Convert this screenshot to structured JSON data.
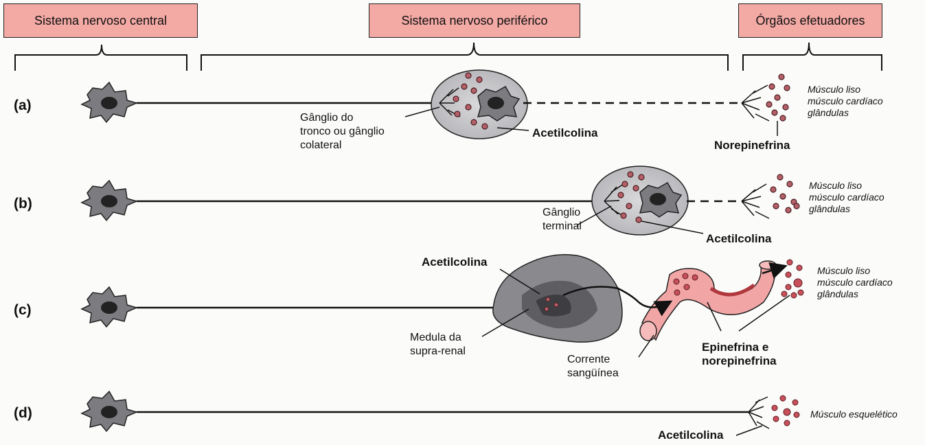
{
  "headers": {
    "central": "Sistema nervoso central",
    "peripheral": "Sistema nervoso periférico",
    "effectors": "Órgãos efetuadores"
  },
  "rows": {
    "a": {
      "label": "(a)",
      "ganglion_lines": [
        "Gânglio do",
        "tronco ou gânglio",
        "colateral"
      ],
      "neurotransmitter": "Acetilcolina",
      "effector_transmitter": "Norepinefrina",
      "effectors": [
        "Músculo liso",
        "músculo cardíaco",
        "glândulas"
      ]
    },
    "b": {
      "label": "(b)",
      "ganglion_lines": [
        "Gânglio",
        "terminal"
      ],
      "neurotransmitter": "Acetilcolina",
      "effectors": [
        "Músculo liso",
        "músculo cardíaco",
        "glândulas"
      ]
    },
    "c": {
      "label": "(c)",
      "neurotransmitter": "Acetilcolina",
      "medulla_lines": [
        "Medula da",
        "supra-renal"
      ],
      "bloodstream_lines": [
        "Corrente",
        "sangüínea"
      ],
      "hormones_lines": [
        "Epinefrina e",
        "norepinefrina"
      ],
      "effectors": [
        "Músculo liso",
        "músculo cardíaco",
        "glândulas"
      ]
    },
    "d": {
      "label": "(d)",
      "neurotransmitter": "Acetilcolina",
      "effectors": [
        "Músculo esquelético"
      ]
    }
  }
}
